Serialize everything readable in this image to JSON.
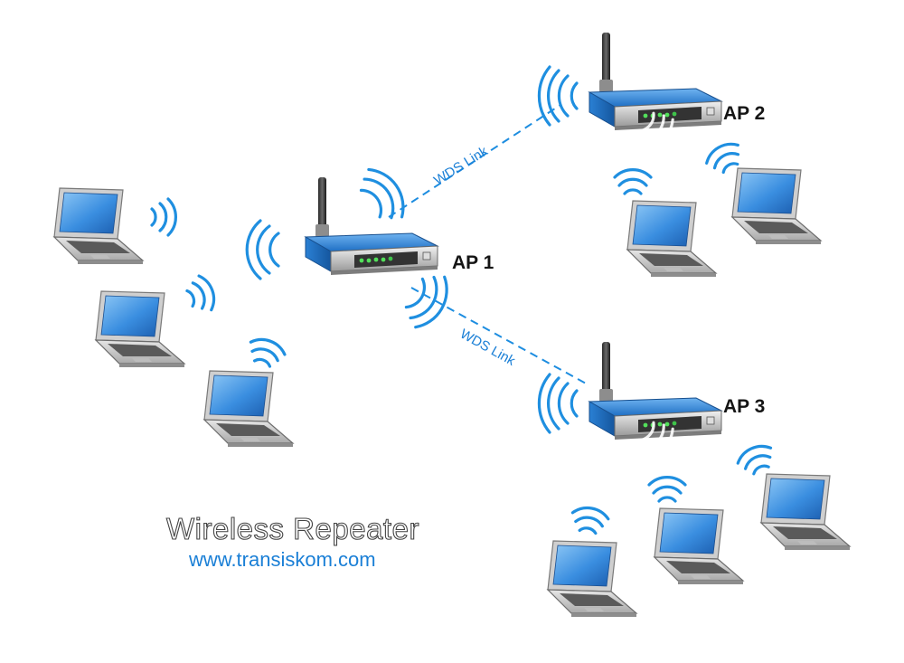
{
  "diagram": {
    "access_points": [
      {
        "id": "ap1",
        "label": "AP 1"
      },
      {
        "id": "ap2",
        "label": "AP 2"
      },
      {
        "id": "ap3",
        "label": "AP 3"
      }
    ],
    "links": [
      {
        "from": "AP 1",
        "to": "AP 2",
        "label": "WDS Link"
      },
      {
        "from": "AP 1",
        "to": "AP 3",
        "label": "WDS Link"
      }
    ],
    "clients": [
      {
        "connected_to": "AP 1",
        "count": 3
      },
      {
        "connected_to": "AP 2",
        "count": 2
      },
      {
        "connected_to": "AP 3",
        "count": 3
      }
    ]
  },
  "caption": {
    "title": "Wireless Repeater",
    "url": "www.transiskom.com"
  },
  "colors": {
    "signal": "#1f8fe0",
    "router_body": "#2a7fd0",
    "laptop_screen": "#3d8fe0",
    "url_text": "#1a7fd6"
  }
}
